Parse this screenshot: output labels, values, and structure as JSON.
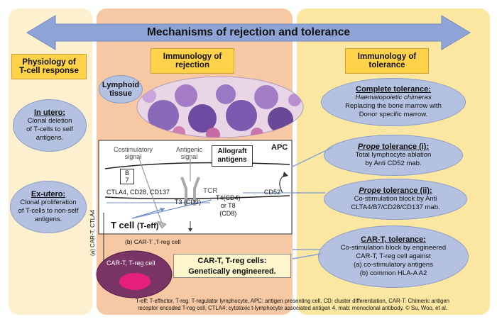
{
  "title": "Mechanisms of rejection and tolerance",
  "columns": {
    "physiology": {
      "header_line1": "Physiology of",
      "header_line2": "T-cell response"
    },
    "rejection": {
      "header_line1": "Immunology of",
      "header_line2": "rejection"
    },
    "tolerance": {
      "header_line1": "Immunology of",
      "header_line2": "tolerance"
    }
  },
  "physiology_items": [
    {
      "heading": "In utero:",
      "text1": "Clonal deletion",
      "text2": "of T-cells to self",
      "text3": "antigens."
    },
    {
      "heading": "Ex-utero:",
      "text1": "Clonal proliferation",
      "text2": "of T-cells to non-self",
      "text3": "antigens."
    }
  ],
  "lymphoid_tissue": {
    "line1": "Lymphoid",
    "line2": "tissue"
  },
  "tolerance_items": [
    {
      "heading": "Complete tolerance:",
      "text1": "Haematopoietic chimeras",
      "text2": "Replacing the bone marrow with",
      "text3": "Donor specific marrow."
    },
    {
      "heading_em": "Prope",
      "heading_rest": " tolerance (i):",
      "text1": "Total lymphocyte ablation",
      "text2": "by Anti CD52 mab."
    },
    {
      "heading_em": "Prope",
      "heading_rest": " tolerance (ii):",
      "text1": "Co-stimulation block by Anti",
      "text2": "CLTA4/B7/CD28/CD137 mab."
    },
    {
      "heading": "CAR-T, tolerance:",
      "text1": "Co-stimulation block by engineered",
      "text2": "CAR-T, T-reg cell against",
      "text3": "(a) co-stimulatory antigens",
      "text4": "(b) common HLA-A A2"
    }
  ],
  "diagram": {
    "apc": "APC",
    "costim_line1": "Costimulatory",
    "costim_line2": "signal",
    "antigenic_line1": "Antigenic",
    "antigenic_line2": "signal",
    "allograft_line1": "Allograft",
    "allograft_line2": "antigens",
    "b7_line1": "B",
    "b7_line2": "7",
    "ctla4_row": "CTLA4, CD28, CD137",
    "tcr": "TCR",
    "t3": "T3 (CD3)",
    "t4_line1": "T4(CD4)",
    "t4_line2": "or T8",
    "t4_line3": "(CD8)",
    "cd52": "CD52",
    "tcell": "T cell",
    "teff": "(T-eff)",
    "side_label": "(a) CAR-T, CTLA4",
    "car_t_b": "(b) CAR-T ,T-reg cell"
  },
  "cart_cell": "CAR-T, T-reg cell",
  "cart_box": {
    "line1": "CAR-T, T-reg cells:",
    "line2": "Genetically engineered."
  },
  "footnote": {
    "line1": "T-eff: T-effector, T-reg: T-regulator lymphocyte, APC: antigen presenting cell, CD: cluster differentiation, CAR-T: Chimeric antigen",
    "line2": "receptor encoded T-reg cell, CTLA4: cytotoxic t-lymphocyte associated antigen 4, mab: monoclonal antibody. © Su, Woo, et al."
  }
}
